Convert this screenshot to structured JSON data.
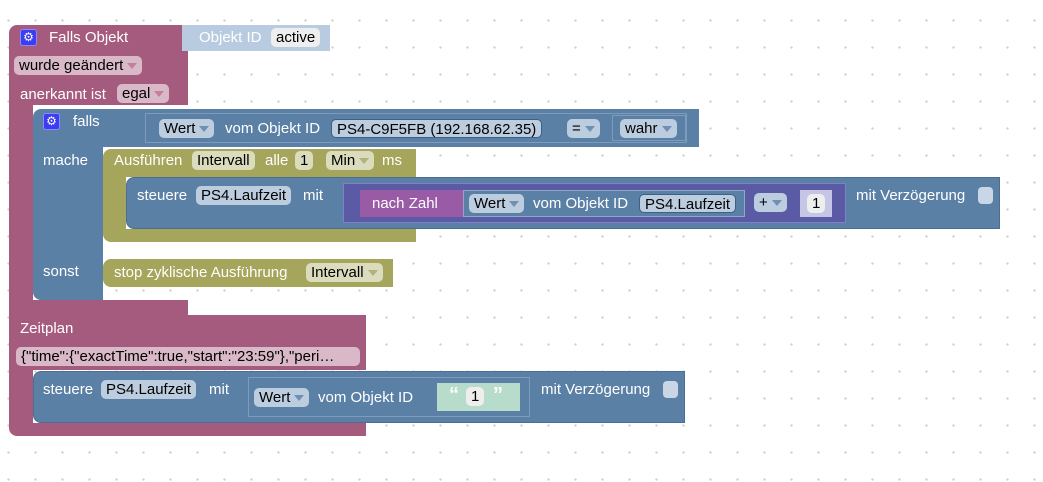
{
  "event_block": {
    "title": "Falls Objekt",
    "object_id_label": "Objekt ID",
    "object_id_value": "active",
    "trigger_dropdown": "wurde geändert",
    "ack_label": "anerkannt ist",
    "ack_dropdown": "egal"
  },
  "if_block": {
    "if_label": "falls",
    "do_label": "mache",
    "else_label": "sonst",
    "condition": {
      "value_dropdown": "Wert",
      "from_object_label": "vom Objekt ID",
      "object_id": "PS4-C9F5FB (192.168.62.35)",
      "operator": "=",
      "compare_value": "wahr"
    }
  },
  "interval_block": {
    "label": "Ausführen",
    "name": "Intervall",
    "every_label": "alle",
    "value": "1",
    "unit_dropdown": "Min",
    "ms_label": "ms"
  },
  "control_block_1": {
    "label": "steuere",
    "object": "PS4.Laufzeit",
    "with_label": "mit",
    "to_number_label": "nach Zahl",
    "value_dropdown": "Wert",
    "from_object_label": "vom Objekt ID",
    "source_object": "PS4.Laufzeit",
    "operator": "+",
    "operand": "1",
    "delay_label": "mit Verzögerung",
    "delay_checked": false
  },
  "stop_block": {
    "label": "stop zyklische Ausführung",
    "interval_dropdown": "Intervall"
  },
  "schedule_block": {
    "title": "Zeitplan",
    "cron_value": "{\"time\":{\"exactTime\":true,\"start\":\"23:59\"},\"peri…"
  },
  "control_block_2": {
    "label": "steuere",
    "object": "PS4.Laufzeit",
    "with_label": "mit",
    "value_dropdown": "Wert",
    "from_object_label": "vom Objekt ID",
    "quote_open": "“",
    "string_value": "1",
    "quote_close": "”",
    "delay_label": "mit Verzögerung",
    "delay_checked": false
  }
}
